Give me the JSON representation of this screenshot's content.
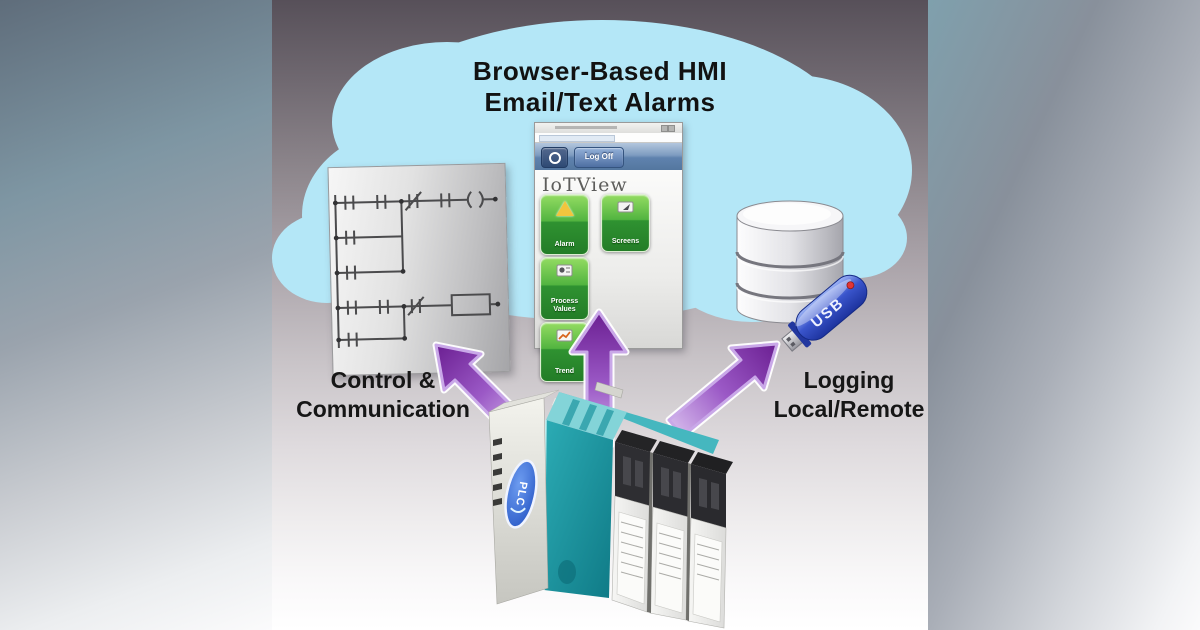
{
  "cloud": {
    "title_line1": "Browser-Based HMI",
    "title_line2": "Email/Text Alarms"
  },
  "labels": {
    "control_line1": "Control &",
    "control_line2": "Communication",
    "logging_line1": "Logging",
    "logging_line2": "Local/Remote"
  },
  "hmi": {
    "app_title": "IoTView",
    "logoff": "Log Off",
    "buttons": [
      {
        "label": "Alarm"
      },
      {
        "label": "Screens"
      },
      {
        "label": "Process Values"
      },
      {
        "label": "Trend"
      }
    ]
  },
  "usb": {
    "label": "USB"
  },
  "plc": {
    "logo": "PLC"
  },
  "colors": {
    "cloud_blue": "#b4e7f7",
    "arrow_purple": "#8b3fae",
    "arrow_outline": "#c9a8e8",
    "hmi_button_green": "#2f9231",
    "toolbar_blue": "#5f82ae",
    "plc_teal": "#1f9aa4",
    "usb_blue": "#3a55cc",
    "db_silver": "#d2d2d6"
  }
}
